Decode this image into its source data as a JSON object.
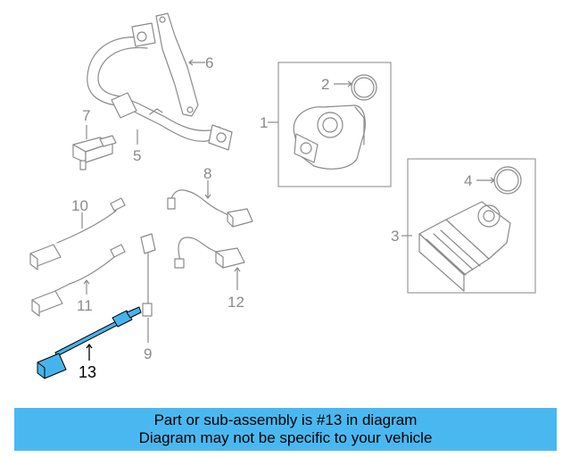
{
  "callouts": {
    "c1": "1",
    "c2": "2",
    "c3": "3",
    "c4": "4",
    "c5": "5",
    "c6": "6",
    "c7": "7",
    "c8": "8",
    "c9": "9",
    "c10": "10",
    "c11": "11",
    "c12": "12",
    "c13": "13"
  },
  "highlight": {
    "part": "13",
    "color": "#46b4ec"
  },
  "banner": {
    "line1": "Part or sub-assembly is #13 in diagram",
    "line2": "Diagram may not be specific to your vehicle",
    "color": "#4ab8f0"
  }
}
